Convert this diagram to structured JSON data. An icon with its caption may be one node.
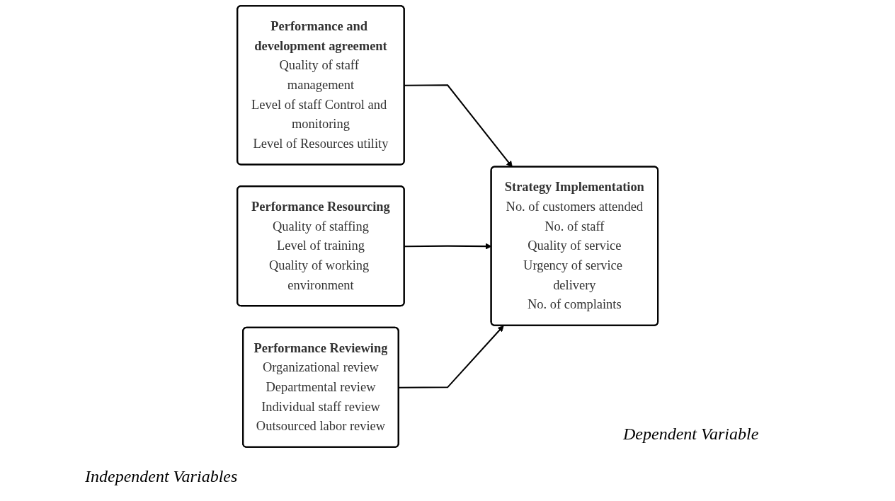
{
  "diagram": {
    "nodes": [
      {
        "text": [
          "Performance and development agreement",
          "Quality of staff management",
          "Level of staff Control and monitoring",
          "Level of Resources utility"
        ]
      },
      {
        "text": [
          "Performance Resourcing",
          "Quality of staffing",
          "Level of training",
          "Quality of working environment"
        ]
      },
      {
        "text": [
          "Performance Reviewing",
          "Organizational review",
          "Departmental review",
          "Individual staff review",
          "Outsourced labor review"
        ]
      },
      {
        "text": [
          "Strategy Implementation",
          "No. of customers attended",
          "No. of staff",
          "Quality of service",
          "Urgency of service delivery",
          "No. of complaints"
        ]
      }
    ],
    "edges": [
      {
        "from": 0,
        "to": 3,
        "arrow": "to"
      },
      {
        "from": 1,
        "to": 3,
        "arrow": "to"
      },
      {
        "from": 2,
        "to": 3,
        "arrow": "to"
      }
    ],
    "labels": [
      "Dependent Variable",
      "Independent Variables"
    ]
  }
}
